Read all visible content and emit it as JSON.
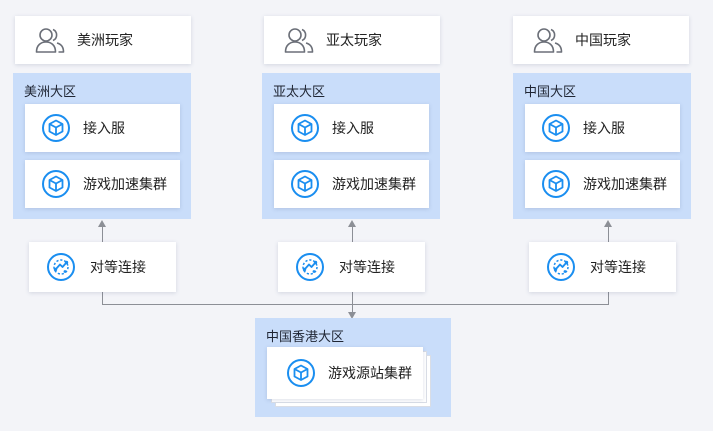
{
  "players": [
    {
      "label": "美洲玩家"
    },
    {
      "label": "亚太玩家"
    },
    {
      "label": "中国玩家"
    }
  ],
  "regions": [
    {
      "title": "美洲大区",
      "access": "接入服",
      "cluster": "游戏加速集群",
      "peering": "对等连接"
    },
    {
      "title": "亚太大区",
      "access": "接入服",
      "cluster": "游戏加速集群",
      "peering": "对等连接"
    },
    {
      "title": "中国大区",
      "access": "接入服",
      "cluster": "游戏加速集群",
      "peering": "对等连接"
    }
  ],
  "hk_region": {
    "title": "中国香港大区",
    "origin_cluster": "游戏源站集群"
  },
  "colors": {
    "region_bg": "#c9ddfa",
    "icon_blue": "#1a8ef0",
    "connector": "#8c8f96",
    "page_bg": "#f3f4f8"
  },
  "icons": {
    "player": "user-group-icon",
    "service": "cube-icon",
    "peering": "peering-connection-icon"
  }
}
